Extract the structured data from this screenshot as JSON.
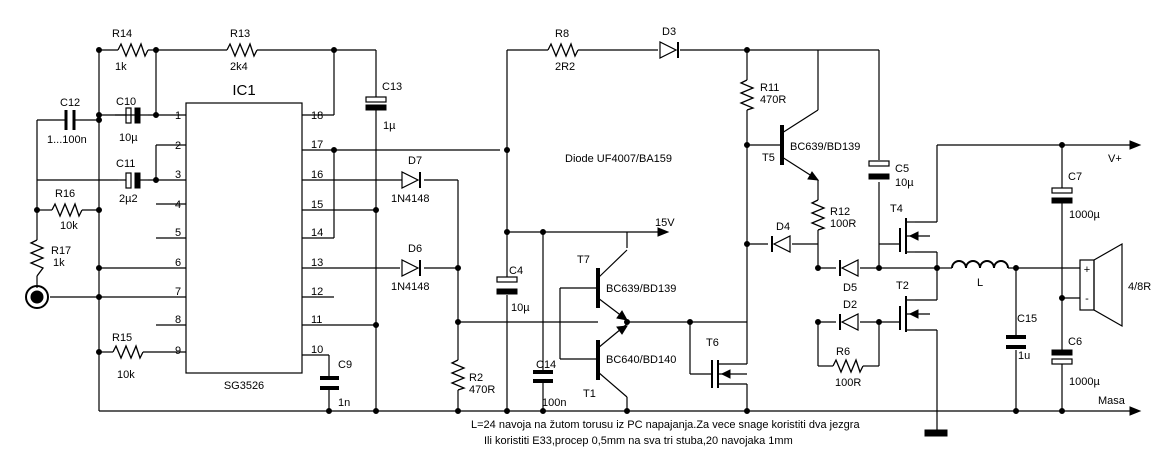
{
  "labels": {
    "ic1": "IC1",
    "ic1_part": "SG3526",
    "pins": {
      "p1": "1",
      "p2": "2",
      "p3": "3",
      "p4": "4",
      "p5": "5",
      "p6": "6",
      "p7": "7",
      "p8": "8",
      "p9": "9",
      "p10": "10",
      "p11": "11",
      "p12": "12",
      "p13": "13",
      "p14": "14",
      "p15": "15",
      "p16": "16",
      "p17": "17",
      "p18": "18"
    },
    "r14": "R14",
    "r14_value": "1k",
    "r13": "R13",
    "r13_value": "2k4",
    "r16": "R16",
    "r16_value": "10k",
    "r17": "R17",
    "r17_value": "1k",
    "r15": "R15",
    "r15_value": "10k",
    "r2": "R2",
    "r2_value": "470R",
    "r8": "R8",
    "r8_value": "2R2",
    "r11": "R11",
    "r11_value": "470R",
    "r12": "R12",
    "r12_value": "100R",
    "r6": "R6",
    "r6_value": "100R",
    "c12": "C12",
    "c12_value": "1...100n",
    "c10": "C10",
    "c10_value": "10µ",
    "c11": "C11",
    "c11_value": "2µ2",
    "c13": "C13",
    "c13_value": "1µ",
    "c9": "C9",
    "c9_value": "1n",
    "c4": "C4",
    "c4_value": "10µ",
    "c14": "C14",
    "c14_value": "100n",
    "c5": "C5",
    "c5_value": "10µ",
    "c7": "C7",
    "c7_value": "1000µ",
    "c15": "C15",
    "c15_value": "1u",
    "c6": "C6",
    "c6_value": "1000µ",
    "d7": "D7",
    "d7_value": "1N4148",
    "d6": "D6",
    "d6_value": "1N4148",
    "d3": "D3",
    "d4": "D4",
    "d5": "D5",
    "d2": "D2",
    "t7": "T7",
    "t7_value": "BC639/BD139",
    "t1": "T1",
    "t1_value": "BC640/BD140",
    "t5": "T5",
    "t5_value": "BC639/BD139",
    "t6": "T6",
    "t4": "T4",
    "t2": "T2",
    "l": "L",
    "spk_plus": "+",
    "spk_minus": "-",
    "spk_value": "4/8R",
    "v15": "15V",
    "vplus": "V+",
    "masa": "Masa",
    "diode_note": "Diode UF4007/BA159"
  },
  "notes": {
    "line1": "L=24 navoja na žutom torusu iz PC napajanja.Za vece snage koristiti dva jezgra",
    "line2": "Ili koristiti E33,procep 0,5mm na sva tri stuba,20 navojaka 1mm"
  }
}
